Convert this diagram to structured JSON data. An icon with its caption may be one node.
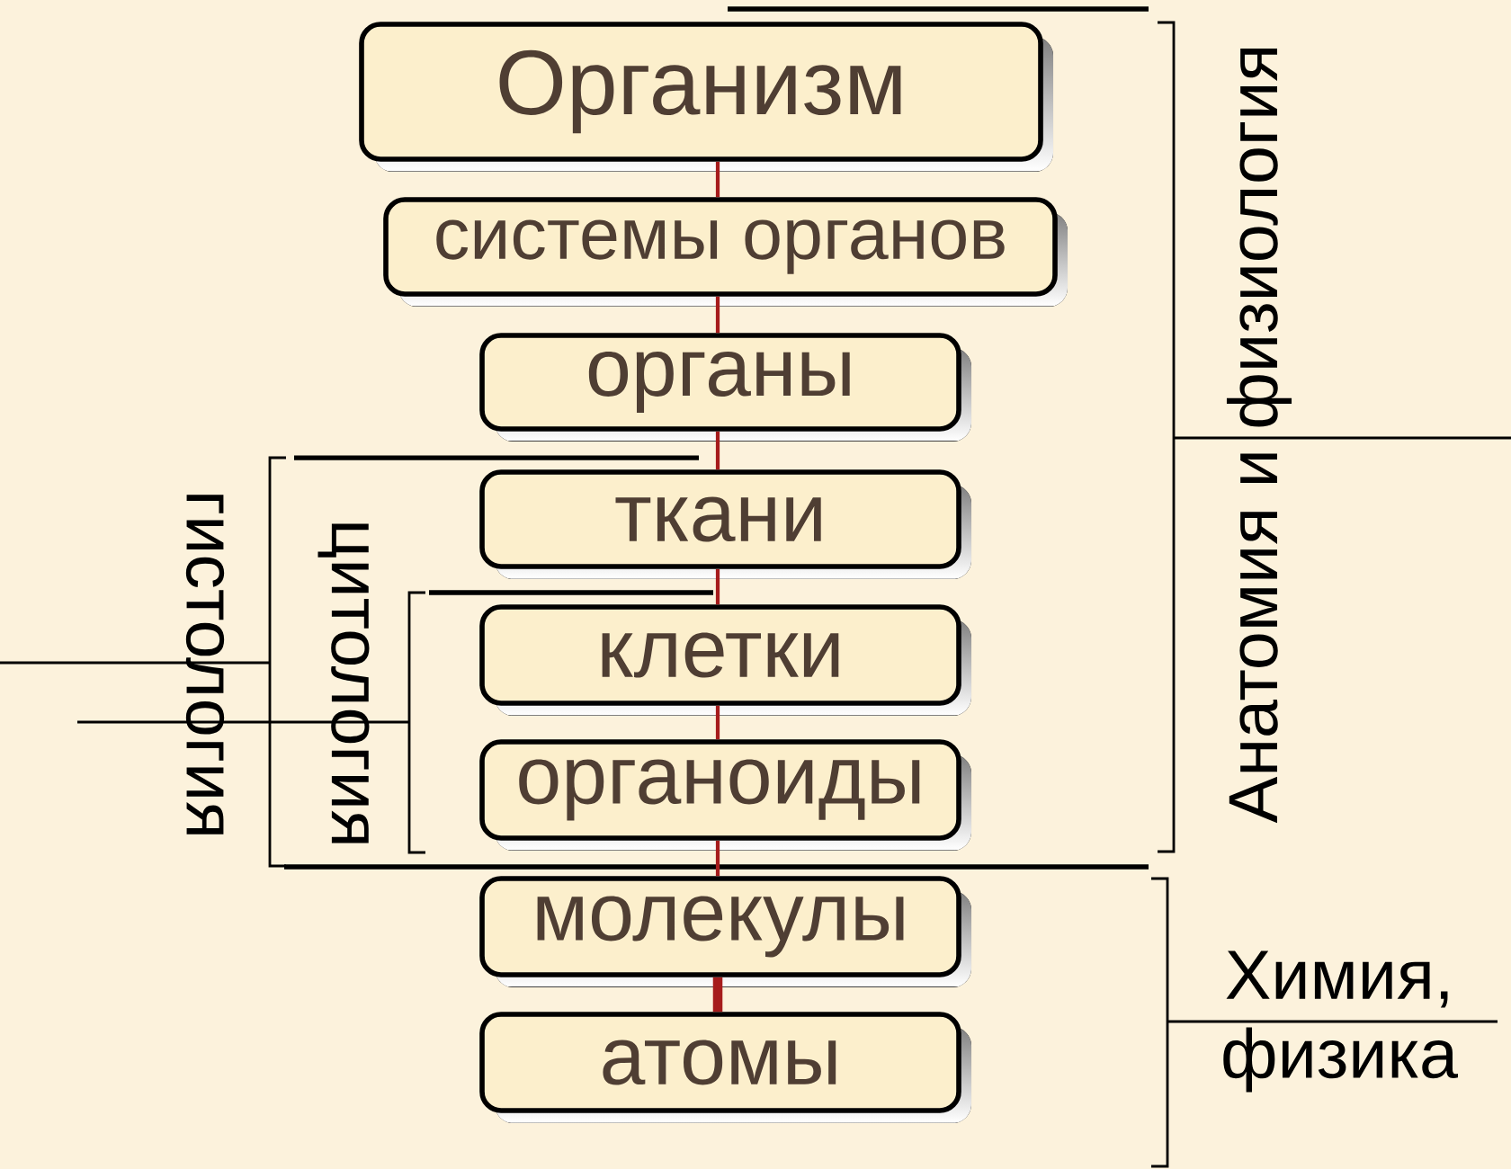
{
  "diagram": {
    "nodes": [
      {
        "text": [
          "Организм"
        ]
      },
      {
        "text": [
          "системы органов"
        ]
      },
      {
        "text": [
          "органы"
        ]
      },
      {
        "text": [
          "ткани"
        ]
      },
      {
        "text": [
          "клетки"
        ]
      },
      {
        "text": [
          "органоиды"
        ]
      },
      {
        "text": [
          "молекулы"
        ]
      },
      {
        "text": [
          "атомы"
        ]
      }
    ],
    "edges": [
      {
        "from": 0,
        "to": 1,
        "arrow": "none"
      },
      {
        "from": 1,
        "to": 2,
        "arrow": "none"
      },
      {
        "from": 2,
        "to": 3,
        "arrow": "none"
      },
      {
        "from": 3,
        "to": 4,
        "arrow": "none"
      },
      {
        "from": 4,
        "to": 5,
        "arrow": "none"
      },
      {
        "from": 5,
        "to": 6,
        "arrow": "none"
      },
      {
        "from": 6,
        "to": 7,
        "arrow": "none",
        "style": "thick"
      }
    ],
    "labels": [
      "гистология",
      "цитология",
      "Анатомия и физиология",
      "Химия, физика"
    ]
  }
}
